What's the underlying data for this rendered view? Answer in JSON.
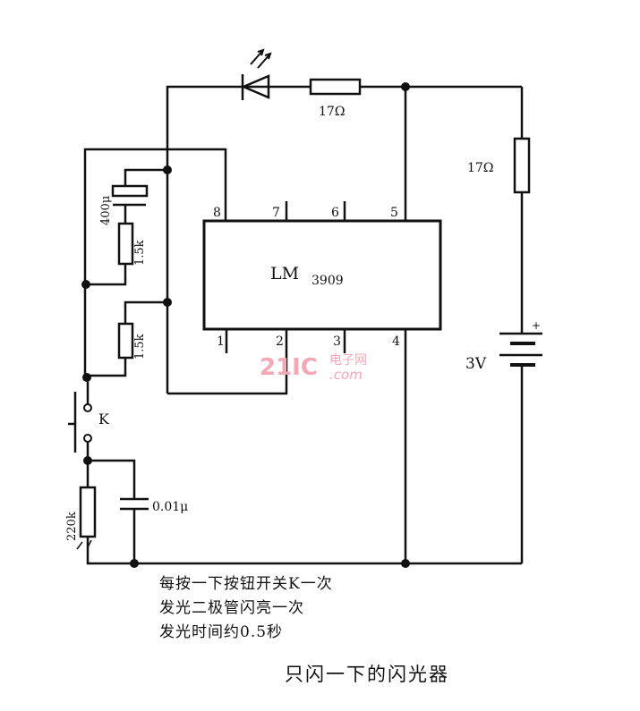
{
  "diagram": {
    "title": "只闪一下的闪光器",
    "ic": {
      "name": "LM",
      "part": "3909",
      "pins": [
        "1",
        "2",
        "3",
        "4",
        "5",
        "6",
        "7",
        "8"
      ]
    },
    "components": {
      "r_led": "17Ω",
      "r_supply": "17Ω",
      "battery": "3V",
      "battery_polarity": "+",
      "cap_timing": "400μ",
      "r_upper": "1.5k",
      "r_lower": "1.5k",
      "switch": "K",
      "r_photo": "220k",
      "cap_small": "0.01μ"
    },
    "notes": [
      "每按一下按钮开关K一次",
      "发光二极管闪亮一次",
      "发光时间约0.5秒"
    ],
    "watermark": {
      "brand": "21IC",
      "cn": "电子网",
      "domain": ".com",
      "color": "#f3a8b4"
    }
  }
}
